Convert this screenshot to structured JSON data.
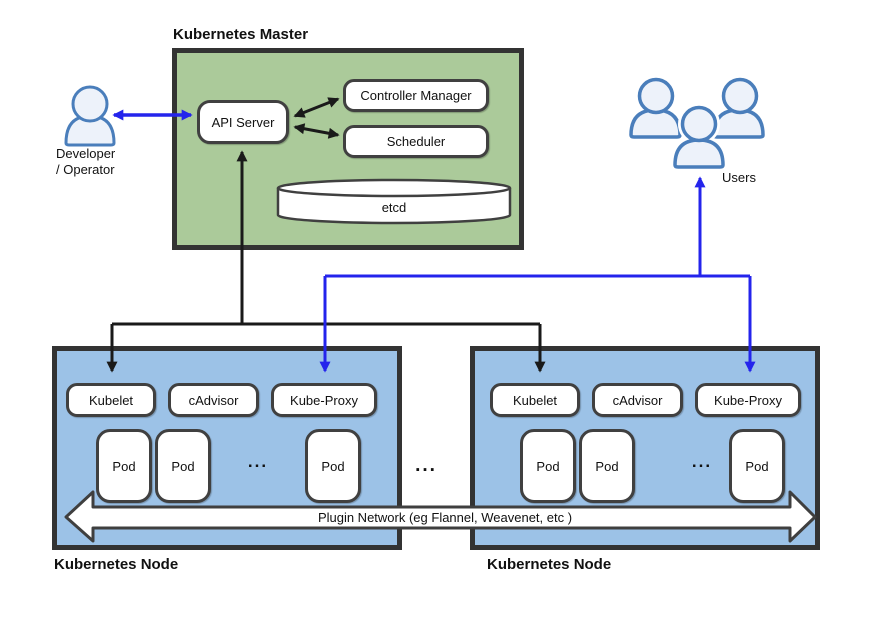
{
  "master": {
    "title": "Kubernetes Master",
    "api_server": "API Server",
    "controller_manager": "Controller Manager",
    "scheduler": "Scheduler",
    "etcd": "etcd"
  },
  "developer": {
    "line1": "Developer",
    "line2": "/ Operator"
  },
  "users": {
    "label": "Users"
  },
  "nodes": [
    {
      "title": "Kubernetes Node",
      "components": [
        "Kubelet",
        "cAdvisor",
        "Kube-Proxy"
      ],
      "pods": [
        "Pod",
        "Pod",
        "Pod"
      ],
      "pods_ellipsis": "..."
    },
    {
      "title": "Kubernetes Node",
      "components": [
        "Kubelet",
        "cAdvisor",
        "Kube-Proxy"
      ],
      "pods": [
        "Pod",
        "Pod",
        "Pod"
      ],
      "pods_ellipsis": "..."
    }
  ],
  "nodes_separator_ellipsis": "...",
  "network": {
    "label": "Plugin Network (eg Flannel, Weavenet, etc )"
  },
  "colors": {
    "master_fill": "#abca9a",
    "node_fill": "#9cc2e7",
    "black_arrow": "#1a1a1a",
    "blue_arrow": "#2424ec",
    "person_fill": "#edf2fa",
    "person_stroke": "#4a7ebb",
    "box_border": "#404040"
  }
}
